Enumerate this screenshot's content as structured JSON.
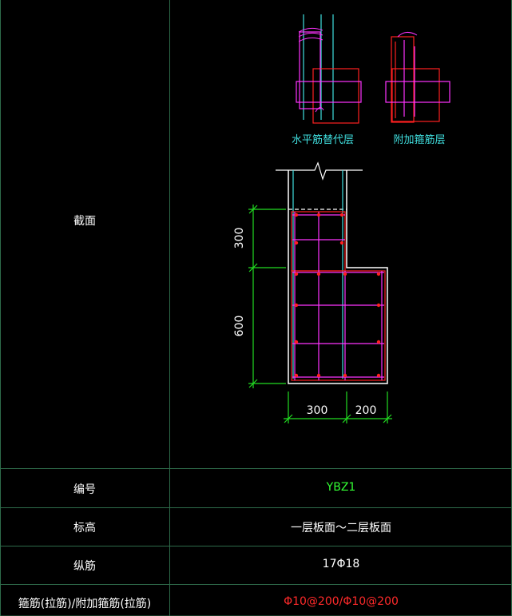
{
  "table": {
    "row_section_label": "截面",
    "row_id_label": "编号",
    "row_id_value": "YBZ1",
    "row_elev_label": "标高",
    "row_elev_value": "一层板面～二层板面",
    "row_long_label": "纵筋",
    "row_long_value": "17Φ18",
    "row_stirrup_label": "箍筋(拉筋)/附加箍筋(拉筋)",
    "row_stirrup_value": "Φ10@200/Φ10@200"
  },
  "legend": {
    "horizontal_replacement_label": "水平筋替代层",
    "additional_stirrup_label": "附加箍筋层"
  },
  "dimensions": {
    "vert_upper": "300",
    "vert_lower": "600",
    "horiz_left": "300",
    "horiz_right": "200"
  },
  "colors": {
    "background": "#000000",
    "grid_line": "#2e6b4a",
    "id_text": "#33ff33",
    "stirrup_text": "#ff2a2a",
    "magenta": "#ff33ff",
    "red": "#ff2020",
    "cyan": "#40e0e0",
    "dim_green": "#22dd22"
  }
}
